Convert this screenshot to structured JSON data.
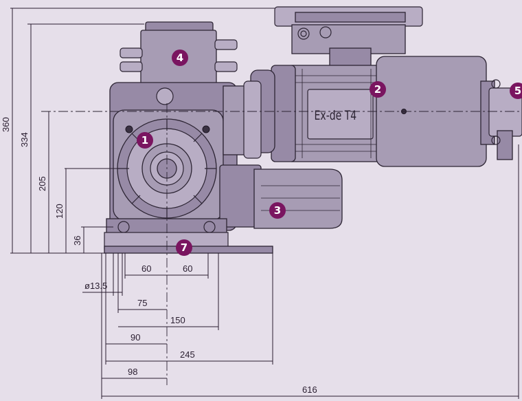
{
  "drawing": {
    "nameplate": "Ex-de T4",
    "callouts": [
      "1",
      "2",
      "3",
      "4",
      "5",
      "7"
    ],
    "colors": {
      "background": "#e6dfea",
      "machine": "#a79cb4",
      "badge": "#7a1560",
      "ink": "#2a1e30"
    }
  },
  "dimensions": {
    "vertical": [
      "360",
      "334",
      "205",
      "120",
      "36"
    ],
    "horizontal": [
      "60",
      "60",
      "ø13.5",
      "75",
      "150",
      "90",
      "245",
      "98",
      "616"
    ]
  }
}
